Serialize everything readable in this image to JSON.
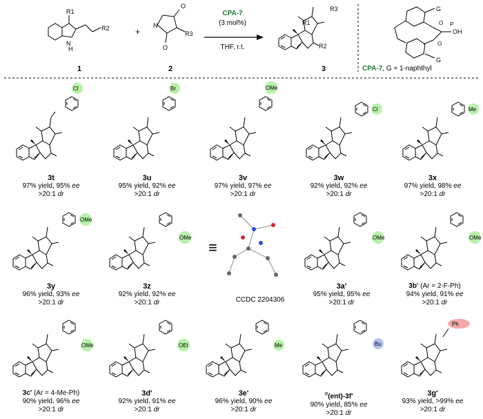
{
  "reaction": {
    "reagent_1_label": "1",
    "reagent_2_label": "2",
    "product_label": "3",
    "plus": "+",
    "catalyst": "CPA-7",
    "loading": "(3 mol%)",
    "conditions": "THF, r.t.",
    "catalyst_caption_name": "CPA-7",
    "catalyst_caption_rest": ", G = 1-naphthyl",
    "atoms": {
      "R1": "R1",
      "R2": "R2",
      "R3": "R3",
      "G": "G",
      "OH": "OH"
    }
  },
  "compounds": [
    {
      "id": "3t",
      "substituent": "Cl",
      "yield": "97% yield, 95%",
      "dr": ">20:1"
    },
    {
      "id": "3u",
      "substituent": "Br",
      "yield": "95% yield, 92%",
      "dr": ">20:1"
    },
    {
      "id": "3v",
      "substituent": "OMe",
      "yield": "97% yield, 97%",
      "dr": ">20:1"
    },
    {
      "id": "3w",
      "substituent": "Cl",
      "yield": "92% yield, 92%",
      "dr": ">20:1"
    },
    {
      "id": "3x",
      "substituent": "Me",
      "yield": "97% yield, 98%",
      "dr": ">20:1"
    },
    {
      "id": "3y",
      "substituent": "OMe",
      "yield": "96% yield, 93%",
      "dr": ">20:1"
    },
    {
      "id": "3z",
      "substituent": "OMe",
      "yield": "92% yield, 92%",
      "dr": ">20:1"
    },
    {
      "id": "3a'",
      "substituent": "OMe",
      "yield": "95% yield, 95%",
      "dr": ">20:1"
    },
    {
      "id": "3b'",
      "note": "(Ar = 2-F-Ph)",
      "substituent": "OMe",
      "yield": "94% yield, 91%",
      "dr": ">20:1"
    },
    {
      "id": "3c'",
      "note": "(Ar = 4-Me-Ph)",
      "substituent": "OMe",
      "yield": "90% yield, 96%",
      "dr": ">20:1"
    },
    {
      "id": "3d'",
      "substituent": "OEt",
      "yield": "92% yield, 91%",
      "dr": ">20:1"
    },
    {
      "id": "3e'",
      "substituent": "Me",
      "yield": "96% yield, 90%",
      "dr": ">20:1"
    },
    {
      "id": "(ent)-3f'",
      "prefix": "a",
      "substituent": "Bu",
      "yield": "90% yield, 85%",
      "dr": ">20:1"
    },
    {
      "id": "3g'",
      "substituent": "Ph",
      "yield": "93% yield, >99%",
      "dr": ">20:1"
    }
  ],
  "ee_word": "ee",
  "dr_word": "dr",
  "ccdc": "CCDC 2204306",
  "equiv_symbol": "≡",
  "atom_labels": {
    "O": "O",
    "N": "N",
    "Me": "Me",
    "Ph": "Ph",
    "Ar": "Ar",
    "Et": "Et"
  },
  "colors": {
    "highlight_green": "#b8f0a8",
    "highlight_blue": "#b6c3f5",
    "highlight_red": "#f4a9a9",
    "catalyst_green": "#1f7a3a"
  }
}
